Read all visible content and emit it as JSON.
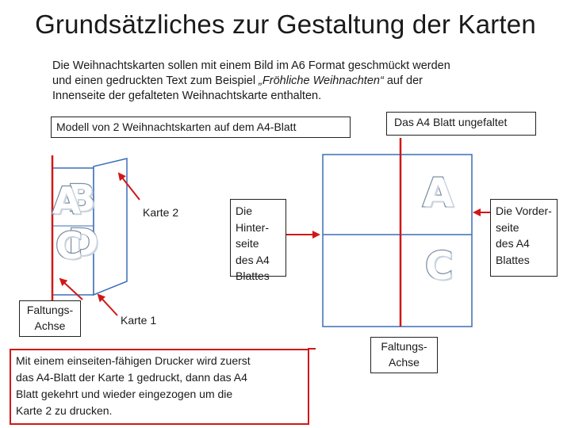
{
  "title": "Grundsätzliches zur Gestaltung der Karten",
  "intro": {
    "line1": "Die Weihnachtskarten sollen mit einem Bild im A6 Format geschmückt werden",
    "line2_pre": "und einen gedruckten Text zum Beispiel ",
    "line2_italic": "„Fröhliche Weihnachten“",
    "line2_post": " auf der",
    "line3": "Innenseite der gefalteten Weihnachtskarte enthalten."
  },
  "left_box_label": "Modell von 2 Weihnachtskarten auf dem A4-Blatt",
  "right_box_label": "Das A4 Blatt ungefaltet",
  "letters": {
    "a": "A",
    "b": "B",
    "c": "C",
    "d": "D"
  },
  "card2_label": "Karte 2",
  "card1_label": "Karte 1",
  "fold_axis_left": {
    "line1": "Faltungs-",
    "line2": "Achse"
  },
  "fold_axis_right": {
    "line1": "Faltungs-",
    "line2": "Achse"
  },
  "back_side": {
    "line1": "Die Hinter-",
    "line2": "seite",
    "line3": "des A4",
    "line4": "Blattes"
  },
  "front_side": {
    "line1": "Die Vorder-",
    "line2": "seite",
    "line3": "des A4",
    "line4": "Blattes"
  },
  "printer_note": {
    "line1": "Mit einem einseiten-fähigen Drucker wird  zuerst",
    "line2": "das A4-Blatt der Karte 1 gedruckt, dann das A4",
    "line3": "Blatt gekehrt und wieder eingezogen um die",
    "line4": "Karte 2 zu drucken."
  },
  "colors": {
    "red": "#d01818",
    "blue": "#3b6fb6",
    "outline": "#7b8ea3"
  }
}
